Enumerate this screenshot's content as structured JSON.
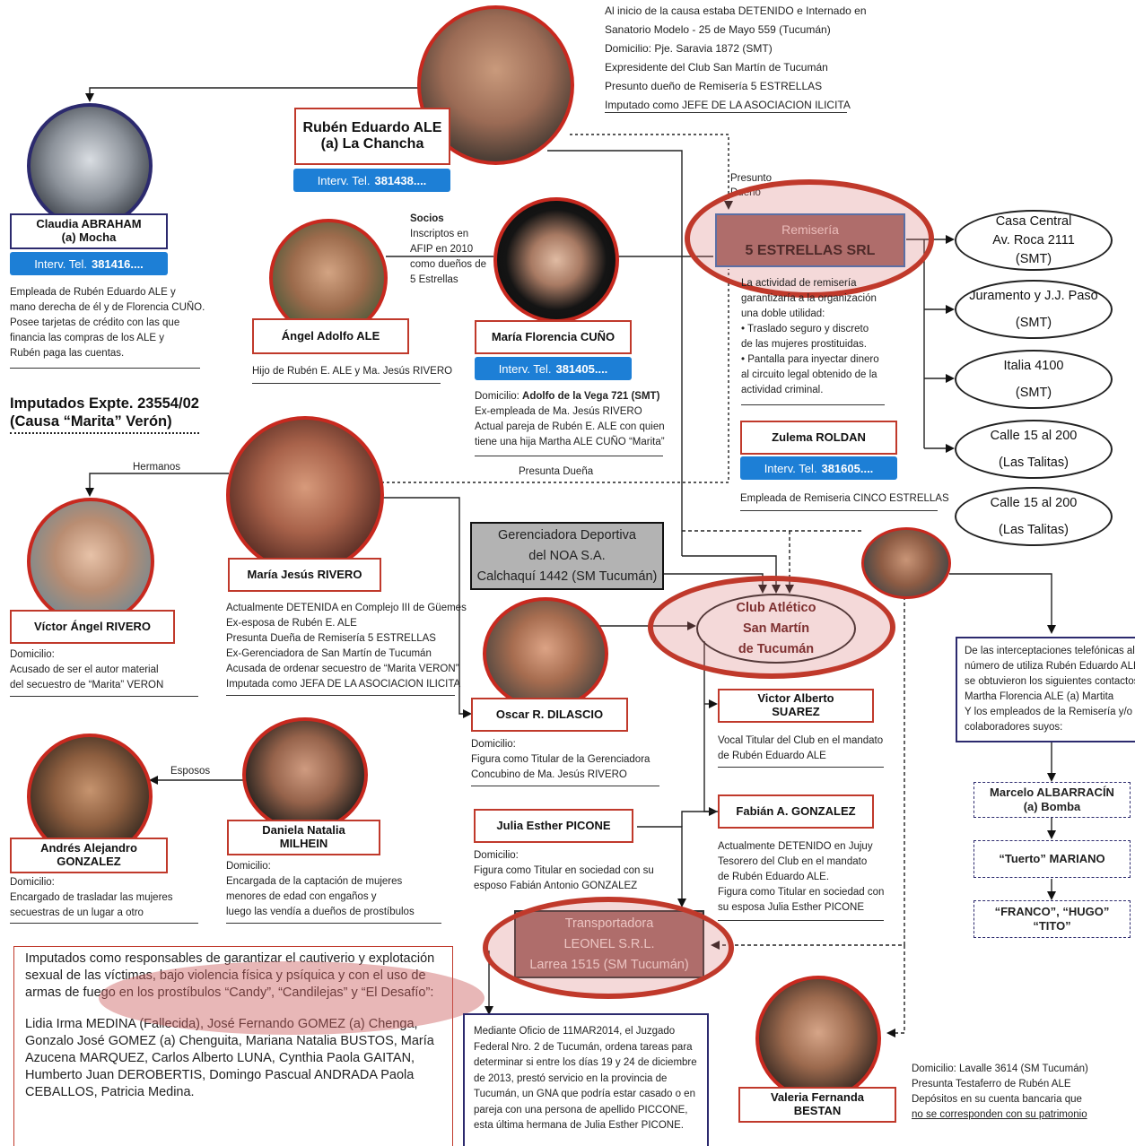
{
  "ale": {
    "name1": "Rubén Eduardo ALE",
    "name2": "(a) La Chancha",
    "tel_prefix": "Interv. Tel.",
    "tel_num": "381438....",
    "notes": [
      "Al inicio de la causa estaba DETENIDO e Internado en",
      "Sanatorio Modelo - 25 de Mayo 559 (Tucumán)",
      "Domicilio: Pje. Saravia 1872 (SMT)",
      "Expresidente del Club San Martín de Tucumán",
      "Presunto dueño de Remisería 5 ESTRELLAS",
      "Imputado como JEFE DE LA ASOCIACION ILICITA"
    ]
  },
  "claudia": {
    "name1": "Claudia ABRAHAM",
    "name2": "(a) Mocha",
    "tel_prefix": "Interv. Tel.",
    "tel_num": "381416....",
    "notes": [
      "Empleada de Rubén Eduardo ALE y",
      "mano derecha de él y de Florencia CUÑO.",
      "Posee tarjetas de crédito con las que",
      "financia las compras de los ALE y",
      "Rubén paga las cuentas."
    ]
  },
  "imputados_title": [
    "Imputados Expte. 23554/02",
    "(Causa “Marita” Verón)"
  ],
  "angel": {
    "name": "Ángel Adolfo ALE",
    "note": "Hijo de Rubén E. ALE y Ma. Jesús RIVERO"
  },
  "socios": {
    "title": "Socios",
    "lines": [
      "Inscriptos en",
      "AFIP en 2010",
      "como dueños de",
      "5 Estrellas"
    ]
  },
  "florencia": {
    "name": "María Florencia CUÑO",
    "tel_prefix": "Interv. Tel.",
    "tel_num": "381405....",
    "dom_label": "Domicilio:",
    "dom_value": "Adolfo de la Vega 721 (SMT)",
    "notes": [
      "Ex-empleada de Ma. Jesús RIVERO",
      "Actual pareja de Rubén E. ALE con quien",
      "tiene una hija Martha ALE CUÑO “Marita”"
    ]
  },
  "presunto_dueno": [
    "Presunto",
    "Dueño"
  ],
  "remiseria": {
    "line1": "Remisería",
    "line2": "5 ESTRELLAS SRL",
    "notes": [
      "La actividad de remisería",
      "garantizaría a la organización",
      "una doble utilidad:",
      "• Traslado seguro y discreto",
      "de las mujeres prostituidas.",
      "• Pantalla para inyectar dinero",
      "al circuito legal obtenido de la",
      "actividad criminal."
    ]
  },
  "locations": [
    {
      "l1": "Casa Central",
      "l2": "Av. Roca 2111",
      "l3": "(SMT)"
    },
    {
      "l1": "Juramento y J.J. Paso",
      "l2": "(SMT)",
      "l3": ""
    },
    {
      "l1": "Italia 4100",
      "l2": "(SMT)",
      "l3": ""
    },
    {
      "l1": "Calle 15 al 200",
      "l2": "(Las Talitas)",
      "l3": ""
    },
    {
      "l1": "Calle 15 al 200",
      "l2": "(Las Talitas)",
      "l3": ""
    }
  ],
  "zulema": {
    "name": "Zulema ROLDAN",
    "tel_prefix": "Interv. Tel.",
    "tel_num": "381605....",
    "note": "Empleada de Remiseria CINCO ESTRELLAS"
  },
  "hermanos": "Hermanos",
  "presunta_duena": "Presunta Dueña",
  "rivero": {
    "name": "María Jesús RIVERO",
    "notes": [
      "Actualmente DETENIDA en Complejo III de Güemes",
      "Ex-esposa de Rubén E. ALE",
      "Presunta Dueña de Remisería 5 ESTRELLAS",
      "Ex-Gerenciadora de San Martín de Tucumán",
      "Acusada de ordenar secuestro de “Marita VERON”",
      "Imputada como JEFA DE LA ASOCIACION ILICITA"
    ]
  },
  "victor_rivero": {
    "name": "Víctor Ángel RIVERO",
    "notes": [
      "Domicilio:",
      "Acusado de ser el autor material",
      "del secuestro de “Marita” VERON"
    ]
  },
  "gerenciadora": {
    "l1": "Gerenciadora Deportiva",
    "l2": "del NOA S.A.",
    "l3": "Calchaquí 1442 (SM Tucumán)"
  },
  "club": {
    "l1": "Club Atlético",
    "l2": "San Martín",
    "l3": "de Tucumán"
  },
  "dilascio": {
    "name": "Oscar R. DILASCIO",
    "notes": [
      "Domicilio:",
      "Figura como Titular de la Gerenciadora",
      "Concubino de Ma. Jesús RIVERO"
    ]
  },
  "suarez": {
    "name1": "Victor Alberto",
    "name2": "SUAREZ",
    "notes": [
      "Vocal Titular del Club en el mandato",
      "de Rubén Eduardo ALE"
    ]
  },
  "interceptaciones": [
    "De las interceptaciones telefónicas al",
    "número de utiliza Rubén Eduardo ALE",
    "se obtuvieron los siguientes contactos:",
    "Martha Florencia ALE (a) Martita",
    "Y los empleados de la Remisería y/o",
    "colaboradores suyos:"
  ],
  "contacts": [
    {
      "l1": "Marcelo ALBARRACÍN",
      "l2": "(a) Bomba"
    },
    {
      "l1": "“Tuerto” MARIANO",
      "l2": ""
    },
    {
      "l1": "“FRANCO”, “HUGO”",
      "l2": "“TITO”"
    }
  ],
  "esposos": "Esposos",
  "andres": {
    "name1": "Andrés Alejandro",
    "name2": "GONZALEZ",
    "notes": [
      "Domicilio:",
      "Encargado de trasladar las mujeres",
      "secuestras de un lugar a otro"
    ]
  },
  "milhein": {
    "name1": "Daniela Natalia",
    "name2": "MILHEIN",
    "notes": [
      "Domicilio:",
      "Encargada de la captación de mujeres",
      "menores de edad con engaños y",
      "luego las vendía a dueños de prostíbulos"
    ]
  },
  "picone": {
    "name": "Julia Esther PICONE",
    "notes": [
      "Domicilio:",
      "Figura como Titular en sociedad con su",
      "esposo Fabián Antonio GONZALEZ"
    ]
  },
  "fabian": {
    "name": "Fabián A. GONZALEZ",
    "notes": [
      "Actualmente DETENIDO en Jujuy",
      "Tesorero del Club en el mandato",
      "de Rubén Eduardo ALE.",
      "Figura como Titular en sociedad con",
      "su esposa Julia Esther PICONE"
    ]
  },
  "transportadora": {
    "l1": "Transportadora",
    "l2": "LEONEL S.R.L.",
    "l3": "Larrea 1515 (SM Tucumán)"
  },
  "imputados_box": {
    "intro": "Imputados como responsables de garantizar el cautiverio y explotación sexual de las víctimas, bajo violencia física y psíquica y con el uso de armas de fuego en los prostíbulos “Candy”, “Candilejas” y “El Desafío”:",
    "names": "Lidia Irma MEDINA (Fallecida), José Fernando GOMEZ (a) Chenga, Gonzalo José GOMEZ (a) Chenguita, Mariana Natalia BUSTOS, María Azucena MARQUEZ, Carlos Alberto LUNA, Cynthia Paola GAITAN, Humberto Juan DEROBERTIS, Domingo Pascual ANDRADA Paola CEBALLOS, Patricia Medina."
  },
  "oficio": "Mediante Oficio de 11MAR2014, el Juzgado Federal Nro. 2 de Tucumán, ordena tareas para determinar si entre los días 19 y 24 de diciembre de 2013, prestó servicio en la provincia de Tucumán, un GNA que podría estar casado o en pareja con una persona de apellido PICCONE, esta última hermana de Julia Esther PICONE.",
  "bestan": {
    "name1": "Valeria Fernanda",
    "name2": "BESTAN",
    "notes": [
      "Domicilio: Lavalle 3614 (SM Tucumán)",
      "Presunta Testaferro de Rubén ALE",
      "Depósitos en su cuenta bancaria que",
      "no se corresponden con su patrimonio"
    ]
  }
}
